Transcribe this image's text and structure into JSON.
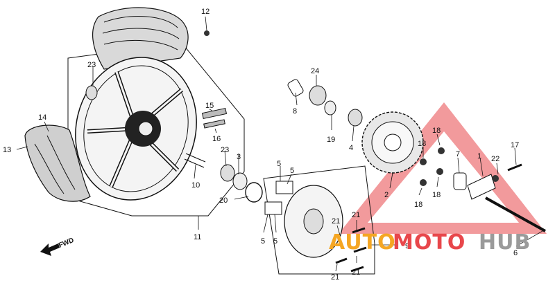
{
  "diagram": {
    "callouts": [
      {
        "id": "c1",
        "text": "1"
      },
      {
        "id": "c2",
        "text": "2"
      },
      {
        "id": "c3",
        "text": "3"
      },
      {
        "id": "c4",
        "text": "4"
      },
      {
        "id": "c5a",
        "text": "5"
      },
      {
        "id": "c5b",
        "text": "5"
      },
      {
        "id": "c5c",
        "text": "5"
      },
      {
        "id": "c5d",
        "text": "5"
      },
      {
        "id": "c6",
        "text": "6"
      },
      {
        "id": "c7",
        "text": "7"
      },
      {
        "id": "c8",
        "text": "8"
      },
      {
        "id": "c9",
        "text": "9"
      },
      {
        "id": "c10",
        "text": "10"
      },
      {
        "id": "c11",
        "text": "11"
      },
      {
        "id": "c12",
        "text": "12"
      },
      {
        "id": "c13",
        "text": "13"
      },
      {
        "id": "c14",
        "text": "14"
      },
      {
        "id": "c15",
        "text": "15"
      },
      {
        "id": "c16",
        "text": "16"
      },
      {
        "id": "c17",
        "text": "17"
      },
      {
        "id": "c18a",
        "text": "18"
      },
      {
        "id": "c18b",
        "text": "18"
      },
      {
        "id": "c18c",
        "text": "18"
      },
      {
        "id": "c18d",
        "text": "18"
      },
      {
        "id": "c19",
        "text": "19"
      },
      {
        "id": "c20",
        "text": "20"
      },
      {
        "id": "c21a",
        "text": "21"
      },
      {
        "id": "c21b",
        "text": "21"
      },
      {
        "id": "c21c",
        "text": "21"
      },
      {
        "id": "c21d",
        "text": "21"
      },
      {
        "id": "c22",
        "text": "22"
      },
      {
        "id": "c23a",
        "text": "23"
      },
      {
        "id": "c23b",
        "text": "23"
      },
      {
        "id": "c24",
        "text": "24"
      }
    ],
    "direction_label": "FWD"
  },
  "watermark": {
    "part1": "AUTO",
    "part2": "MOTO",
    "part3": "HUB",
    "color_orange": "#f5a623",
    "color_red": "#e8474b",
    "color_gray": "#9a9a9a"
  }
}
